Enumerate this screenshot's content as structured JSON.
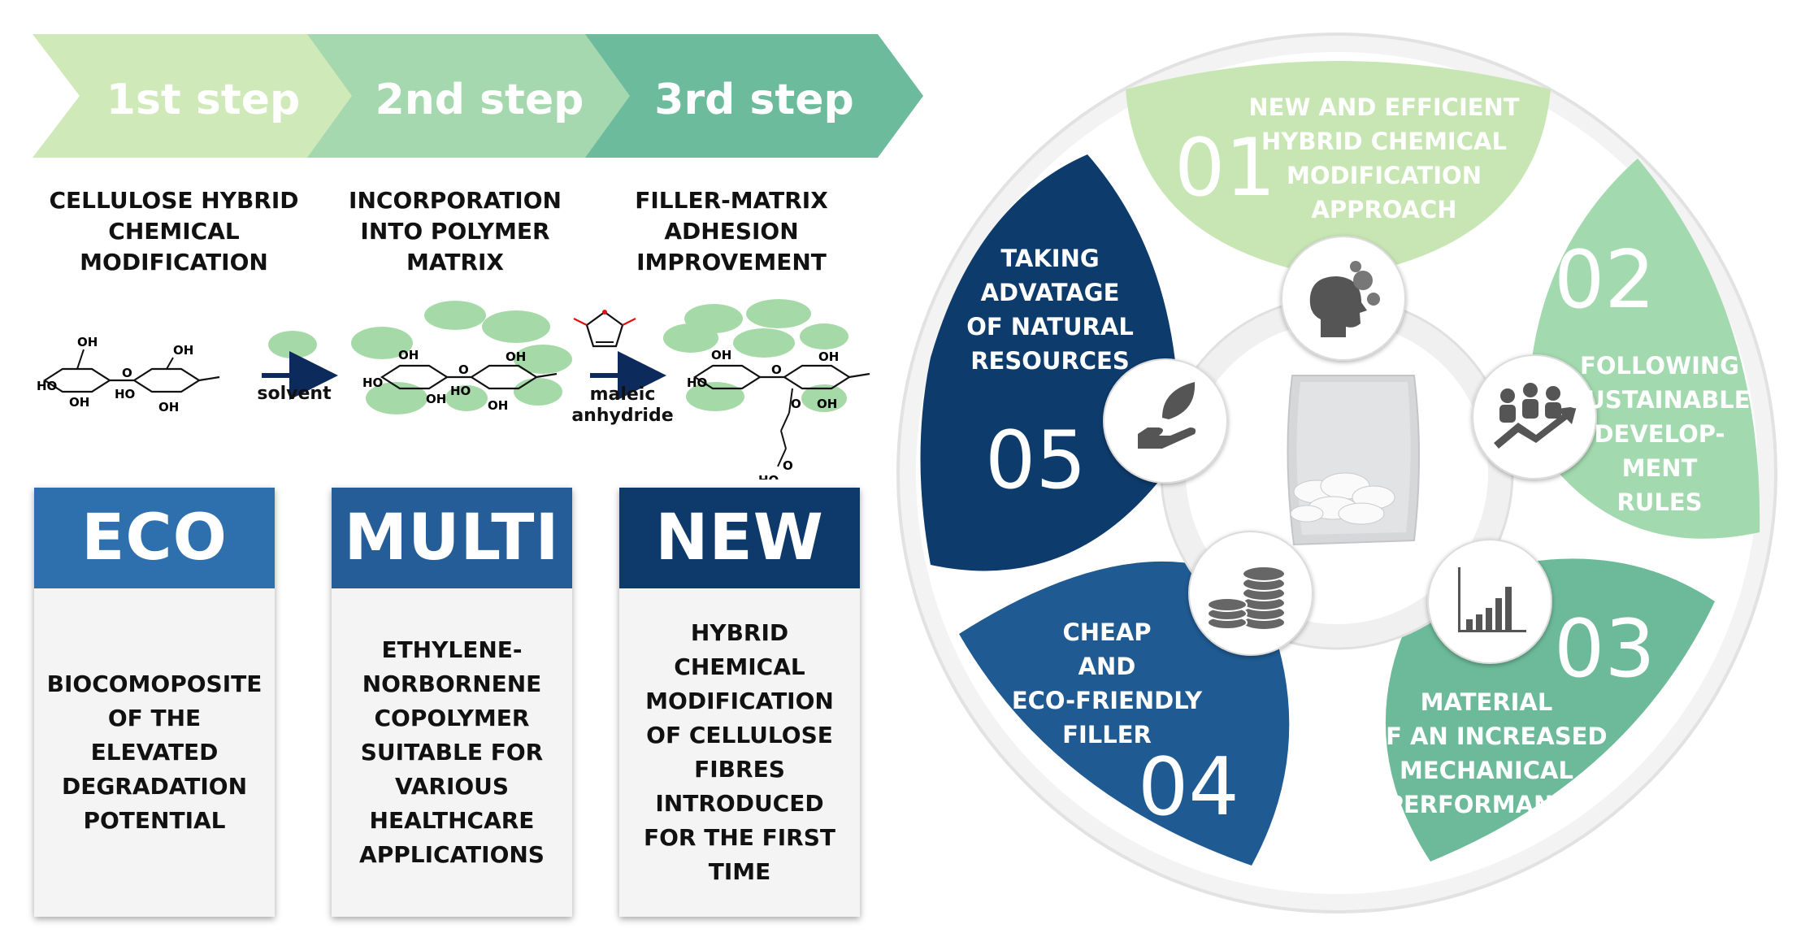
{
  "steps": [
    {
      "label": "1st step",
      "description": "CELLULOSE HYBRID CHEMICAL MODIFICATION"
    },
    {
      "label": "2nd step",
      "description": "INCORPORATION INTO POLYMER MATRIX"
    },
    {
      "label": "3rd step",
      "description": "FILLER-MATRIX ADHESION IMPROVEMENT"
    }
  ],
  "reaction": {
    "arrow1_label": "solvent",
    "arrow2_label_line1": "maleic",
    "arrow2_label_line2": "anhydride",
    "oh": "OH",
    "ho": "HO",
    "o": "O"
  },
  "cards": [
    {
      "title": "ECO",
      "body": "BIOCOMOPOSITE OF THE ELEVATED DEGRADATION POTENTIAL"
    },
    {
      "title": "MULTI",
      "body": "ETHYLENE-NORBORNENE COPOLYMER SUITABLE FOR VARIOUS HEALTHCARE APPLICATIONS"
    },
    {
      "title": "NEW",
      "body": "HYBRID CHEMICAL MODIFICATION OF CELLULOSE FIBRES INTRODUCED FOR THE FIRST TIME"
    }
  ],
  "wheel": [
    {
      "number": "01",
      "lines": [
        "NEW AND EFFICIENT",
        "HYBRID CHEMICAL",
        "MODIFICATION",
        "APPROACH"
      ],
      "icon": "head-gears-icon"
    },
    {
      "number": "02",
      "lines": [
        "FOLLOWING",
        "SUSTAINABLE",
        "DEVELOP-",
        "MENT",
        "RULES"
      ],
      "icon": "people-growth-icon"
    },
    {
      "number": "03",
      "lines": [
        "MATERIAL",
        "OF AN INCREASED",
        "MECHANICAL",
        "PERFORMANCE"
      ],
      "icon": "bar-chart-icon"
    },
    {
      "number": "04",
      "lines": [
        "CHEAP",
        "AND",
        "ECO-FRIENDLY",
        "FILLER"
      ],
      "icon": "coins-icon"
    },
    {
      "number": "05",
      "lines": [
        "TAKING",
        "ADVATAGE",
        "OF NATURAL",
        "RESOURCES"
      ],
      "icon": "hand-leaf-icon"
    }
  ],
  "colors": {
    "step1": "#cfe9b8",
    "step2": "#a5d8ae",
    "step3": "#6dbb9d",
    "eco": "#2e6fad",
    "multi": "#245d97",
    "new": "#0d3a6b",
    "seg01": "#c8e6b4",
    "seg02": "#a3d9ae",
    "seg03": "#6cba9a",
    "seg04": "#1f5a92",
    "seg05": "#0d3b6c"
  }
}
